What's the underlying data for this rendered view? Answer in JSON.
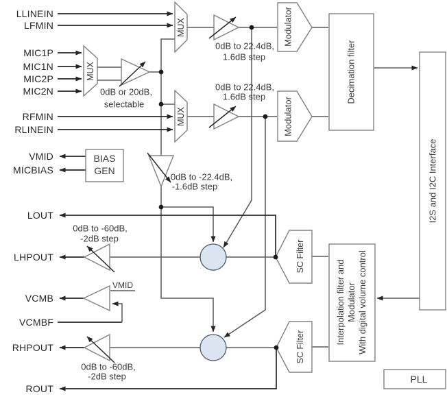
{
  "pins": {
    "llinein": "LLINEIN",
    "lfmin": "LFMIN",
    "mic1p": "MIC1P",
    "mic1n": "MIC1N",
    "mic2p": "MIC2P",
    "mic2n": "MIC2N",
    "rfmin": "RFMIN",
    "rlinein": "RLINEIN",
    "vmid": "VMID",
    "micbias": "MICBIAS",
    "lout": "LOUT",
    "lhpout": "LHPOUT",
    "vcmb": "VCMB",
    "vcmbf": "VCMBF",
    "rhpout": "RHPOUT",
    "rout": "ROUT"
  },
  "blocks": {
    "mux": "MUX",
    "bias": [
      "BIAS",
      "GEN"
    ],
    "modulator": "Modulator",
    "decimation_filter": "Decimation filter",
    "i2s_interface": "I2S and I2C Interface",
    "sc_filter": "SC Filter",
    "interpolation": [
      "Interpolation filter and",
      "Modulator",
      "With digital volume control"
    ],
    "pll": "PLL"
  },
  "annotations": {
    "mic_gain": [
      "0dB or 20dB,",
      "selectable"
    ],
    "adc_gain": [
      "0dB to 22.4dB,",
      "1.6dB step"
    ],
    "bypass_atten": [
      "0dB to -22.4dB,",
      "-1.6dB step"
    ],
    "hp_gain": [
      "0dB to -60dB,",
      "-2dB step"
    ],
    "vmid_ref": "VMID"
  },
  "colors": {
    "background": "#ffffff",
    "wire": "#595959",
    "pin_wire": "#262626",
    "shape_stroke": "#808080",
    "text": "#3a3a3a",
    "sum_node_fill": "#dbe5f1"
  }
}
